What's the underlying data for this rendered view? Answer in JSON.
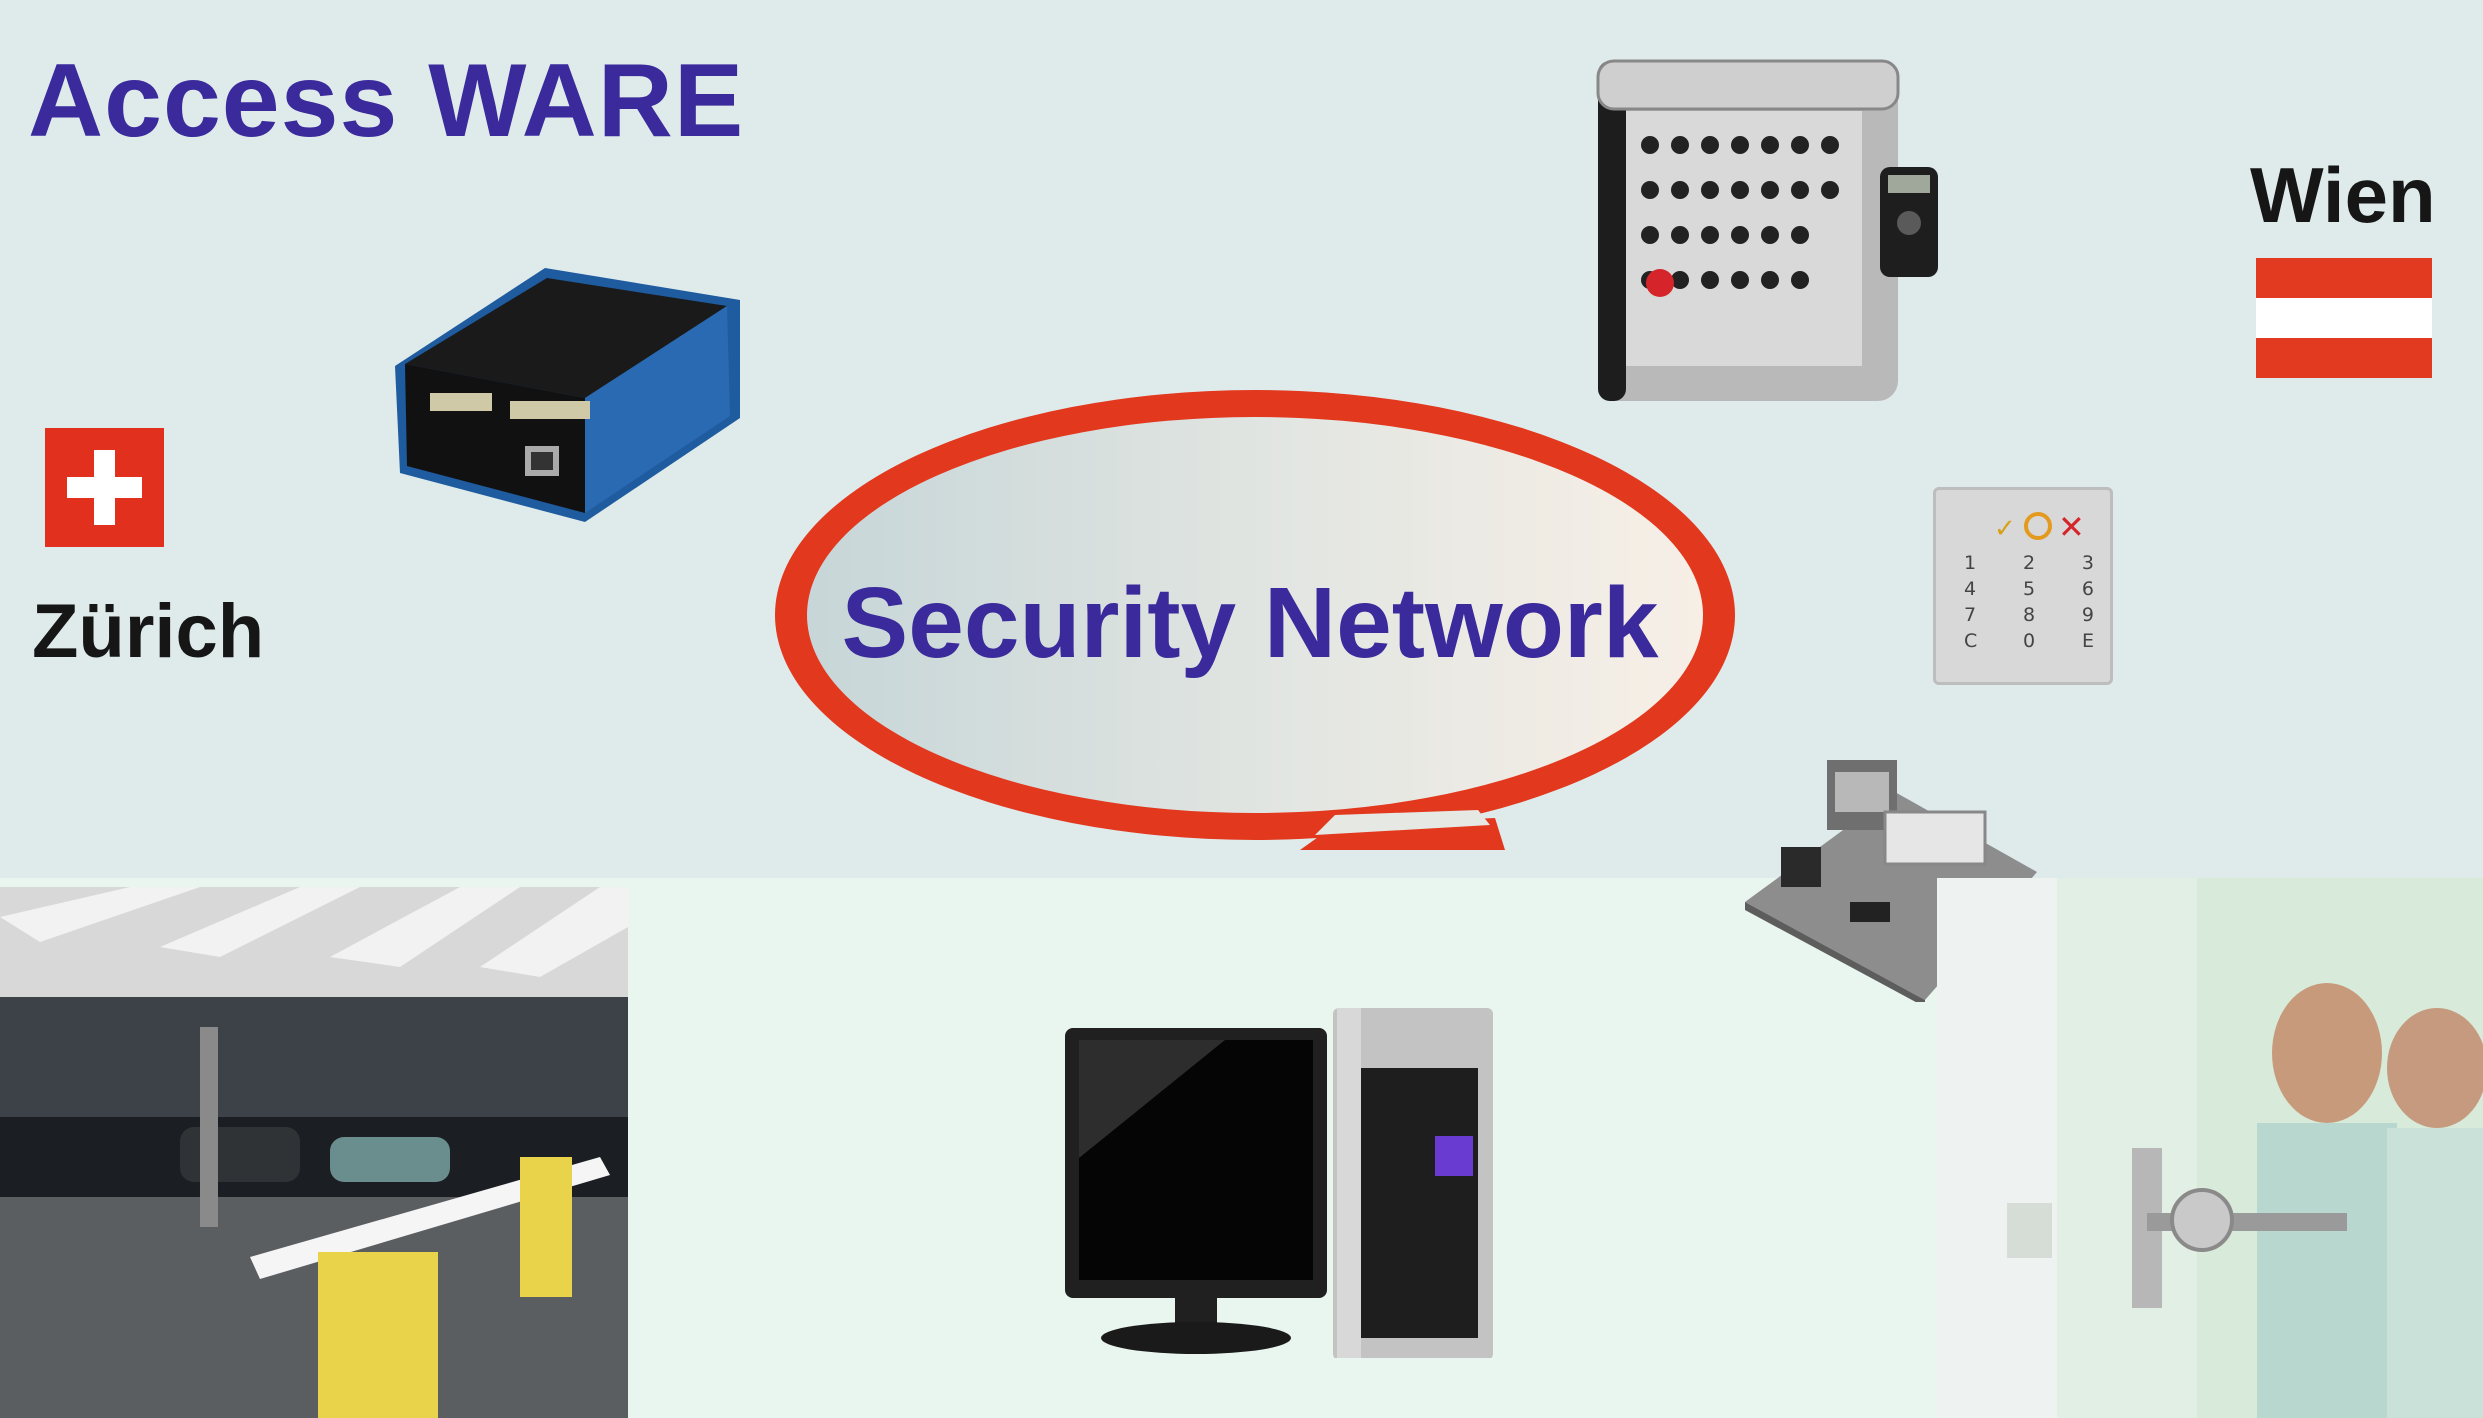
{
  "slide": {
    "title": "Access WARE",
    "center_label": "Security Network",
    "city_left": "Zürich",
    "city_right": "Wien"
  },
  "colors": {
    "title": "#3a2a9c",
    "accent_red": "#e23a21",
    "panel_top": "#dfeaeb",
    "panel_bottom": "#e9f5ef"
  },
  "images": [
    "controller-box-image",
    "key-cabinet-image",
    "keypad-reader-image",
    "circuit-board-image",
    "parking-garage-photo",
    "desktop-computer-image",
    "door-office-photo"
  ],
  "keypad": {
    "keys": [
      "1",
      "2",
      "3",
      "4",
      "5",
      "6",
      "7",
      "8",
      "9",
      "C",
      "0",
      "E"
    ]
  }
}
